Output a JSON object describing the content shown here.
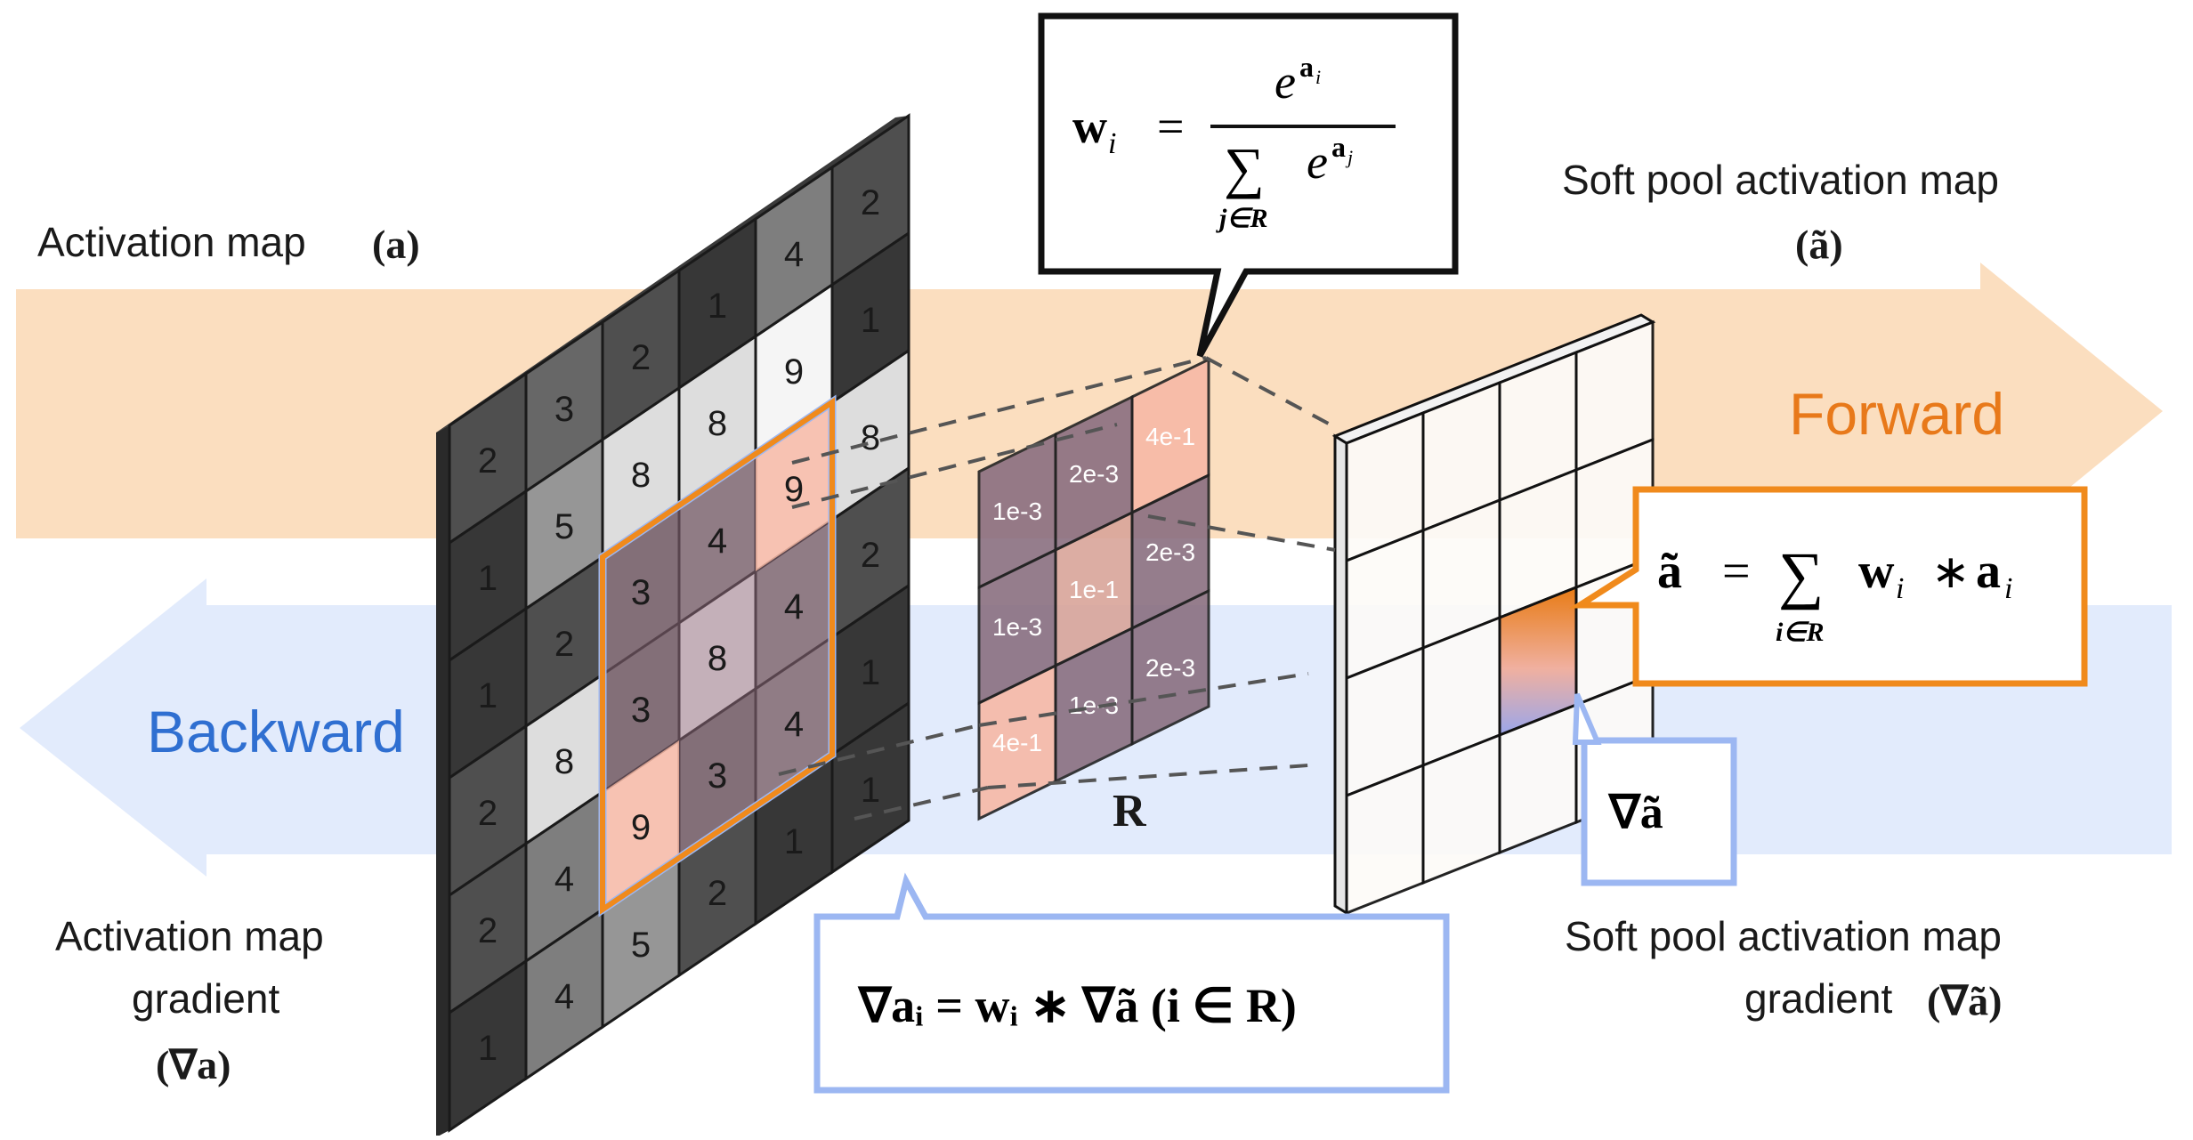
{
  "labels": {
    "activation_map": "Activation map",
    "activation_map_symbol": "(a)",
    "softpool_map_line1": "Soft pool activation map",
    "softpool_map_symbol": "(ã)",
    "forward": "Forward",
    "backward": "Backward",
    "grad_line1": "Activation map",
    "grad_line2": "gradient",
    "grad_symbol": "(∇a)",
    "softpool_grad_line1": "Soft pool activation map",
    "softpool_grad_line2": "gradient",
    "softpool_grad_symbol": "(∇ã)",
    "region": "R"
  },
  "formulas": {
    "weight_lhs": "w",
    "weight_sub": "i",
    "weight_eq": "=",
    "weight_num": "e",
    "weight_num_sup": "a",
    "weight_num_sup_sub": "i",
    "weight_den_sum": "∑",
    "weight_den_e": "e",
    "weight_den_sup": "a",
    "weight_den_sup_sub": "j",
    "weight_den_under": "j∈R",
    "pool_lhs": "ã",
    "pool_eq": "=",
    "pool_sum": "∑",
    "pool_under": "i∈R",
    "pool_rhs": "w",
    "pool_rhs_sub": "i",
    "pool_times": "∗",
    "pool_rhs2": "a",
    "pool_rhs2_sub": "i",
    "grad_out": "∇ã",
    "backprop": "∇aᵢ = wᵢ ∗ ∇ã (i ∈ R)"
  },
  "activation_grid": [
    [
      "2",
      "3",
      "2",
      "1",
      "4",
      "2"
    ],
    [
      "1",
      "5",
      "8",
      "8",
      "9",
      "1"
    ],
    [
      "1",
      "2",
      "3",
      "4",
      "9",
      "8"
    ],
    [
      "2",
      "8",
      "3",
      "8",
      "4",
      "2"
    ],
    [
      "2",
      "4",
      "9",
      "3",
      "4",
      "1"
    ],
    [
      "1",
      "4",
      "5",
      "2",
      "1",
      "1"
    ]
  ],
  "weights_grid": [
    [
      "1e-3",
      "2e-3",
      "4e-1"
    ],
    [
      "1e-3",
      "1e-1",
      "2e-3"
    ],
    [
      "4e-1",
      "1e-3",
      "2e-3"
    ]
  ],
  "colors": {
    "forward_band": "#fbd9b8",
    "forward_text": "#e8791a",
    "backward_band": "#dbe6fb",
    "backward_text": "#2f6fd1",
    "orange_outline": "#f08a1c",
    "blue_outline": "#9cb7f2",
    "highlight_pink": "#f7b9a6"
  }
}
